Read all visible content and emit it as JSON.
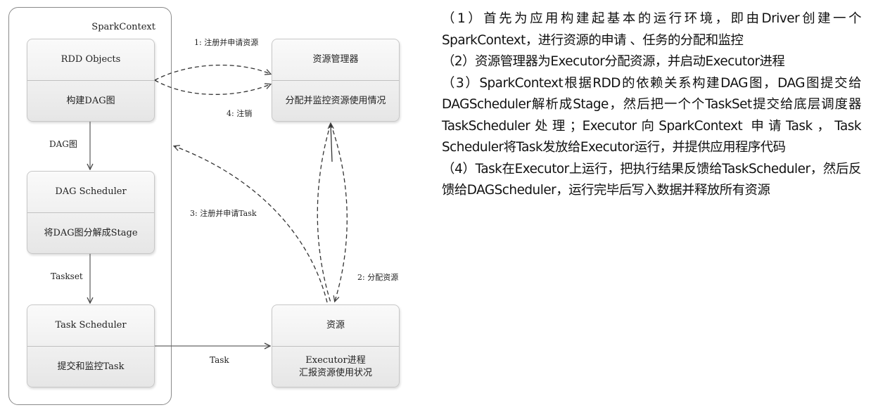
{
  "diagram": {
    "container_title": "SparkContext",
    "rdd_box": {
      "top": "RDD Objects",
      "bottom": "构建DAG图"
    },
    "dag_box": {
      "top": "DAG Scheduler",
      "bottom": "将DAG图分解成Stage"
    },
    "task_box": {
      "top": "Task Scheduler",
      "bottom": "提交和监控Task"
    },
    "rm_box": {
      "top": "资源管理器",
      "bottom": "分配并监控资源使用情况"
    },
    "res_box": {
      "top": "资源",
      "bottom_line1": "Executor进程",
      "bottom_line2": "汇报资源使用状况"
    },
    "labels": {
      "register_apply": "1: 注册并申请资源",
      "deregister": "4: 注销",
      "register_task": "3: 注册并申请Task",
      "allocate": "2: 分配资源",
      "dag_graph": "DAG图",
      "taskset": "Taskset",
      "task": "Task"
    }
  },
  "text": {
    "p1": "（1）首先为应用构建起基本的运行环境，即由Driver创建一个SparkContext，进行资源的申请 、任务的分配和监控",
    "p2": "（2）资源管理器为Executor分配资源，并启动Executor进程",
    "p3": "（3）SparkContext根据RDD的依赖关系构建DAG图，DAG图提交给DAGScheduler解析成Stage，然后把一个个TaskSet提交给底层调度器TaskScheduler处理；Executor向SparkContext 申请Task，Task Scheduler将Task发放给Executor运行，并提供应用程序代码",
    "p4": "（4）Task在Executor上运行，把执行结果反馈给TaskScheduler，然后反馈给DAGScheduler，运行完毕后写入数据并释放所有资源"
  }
}
